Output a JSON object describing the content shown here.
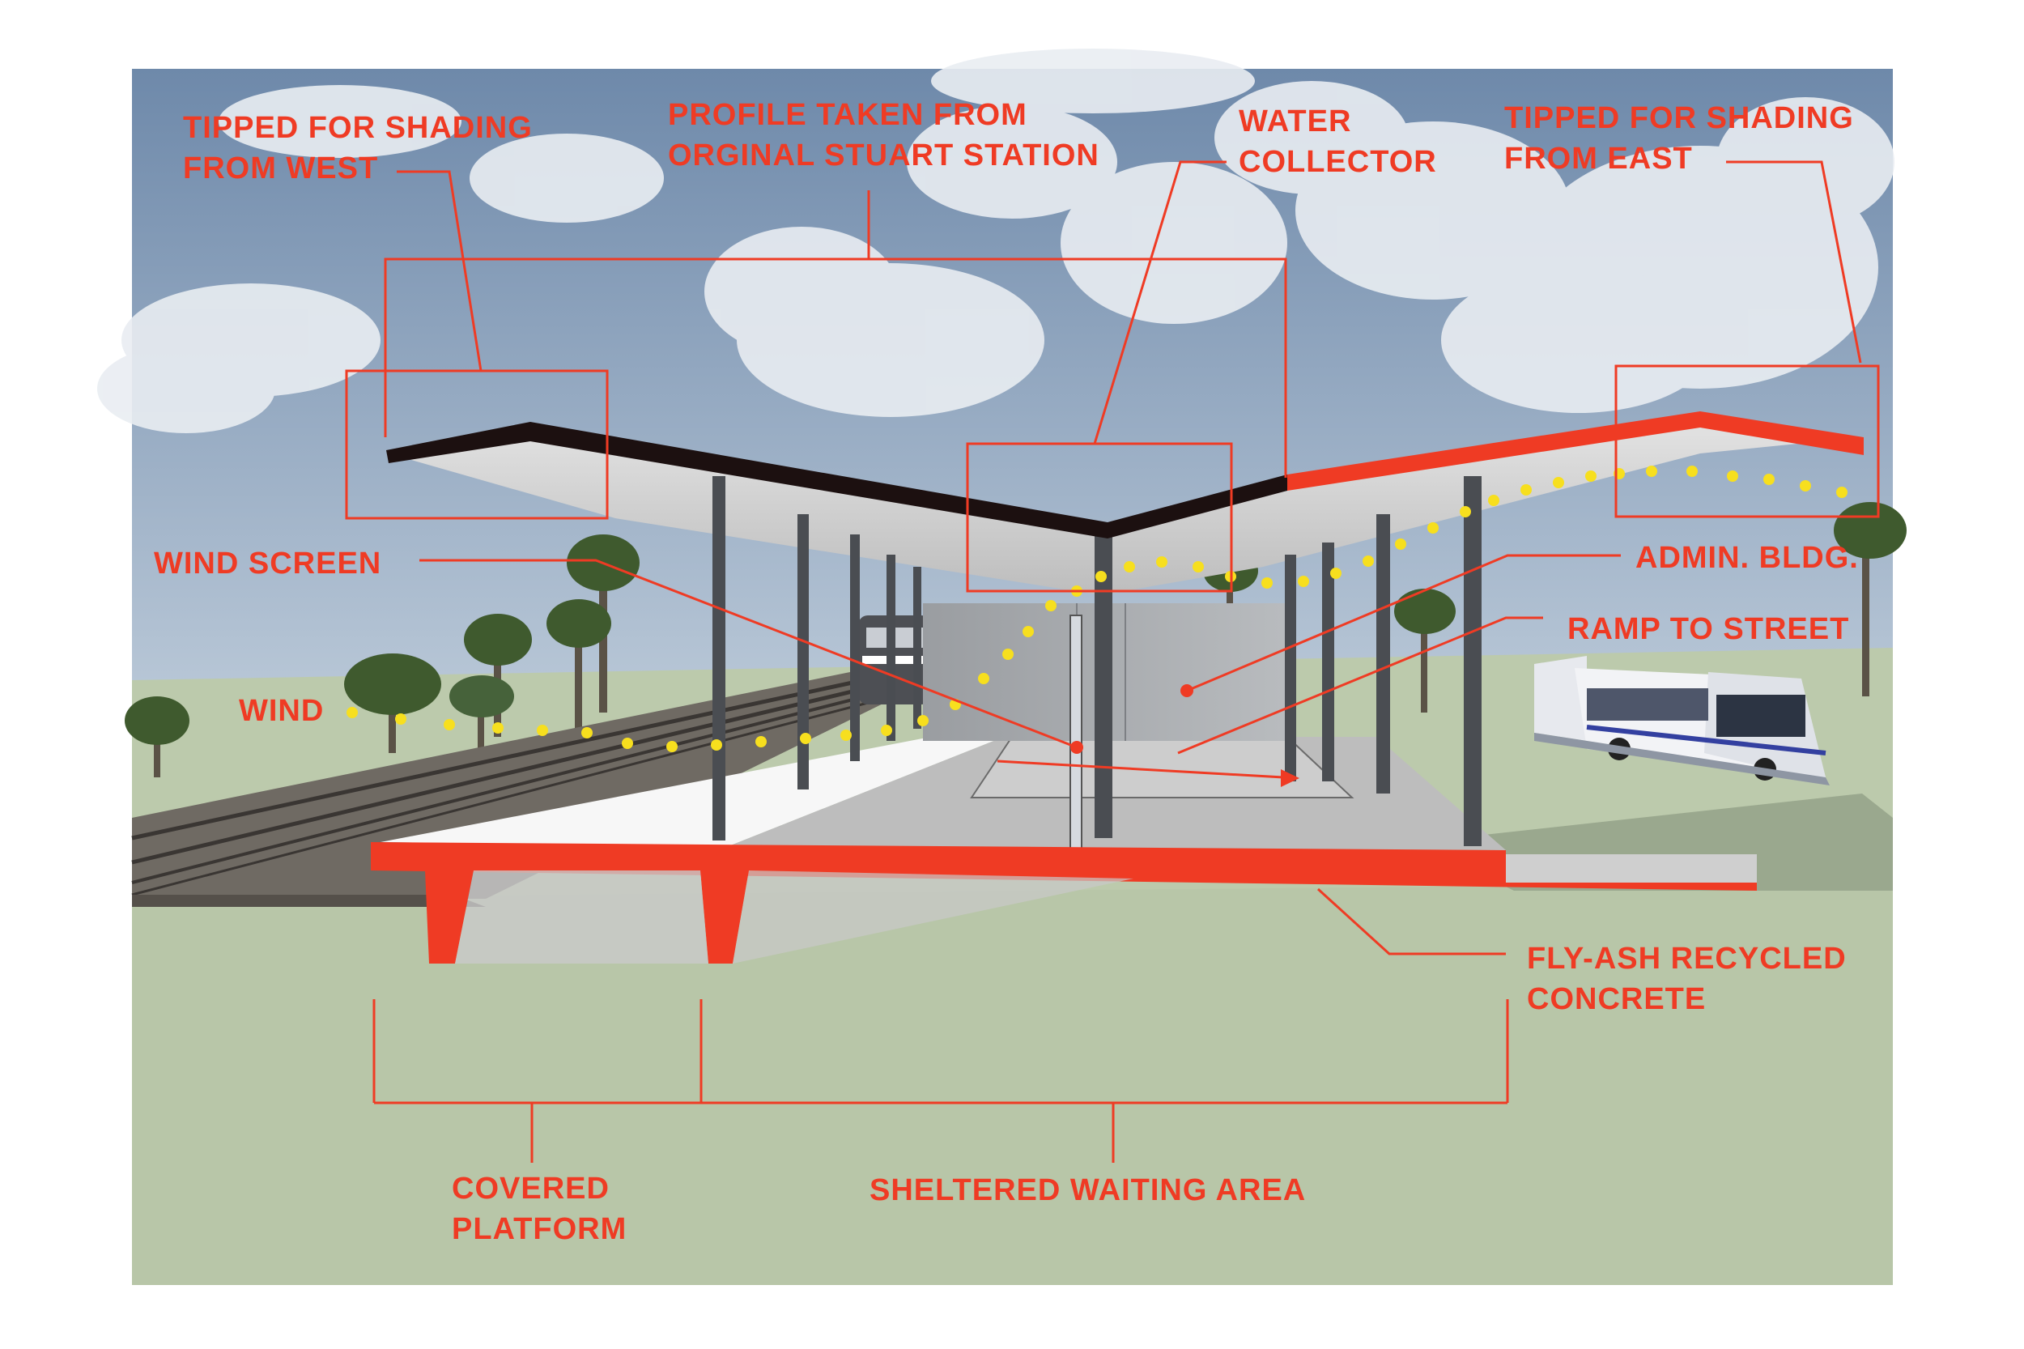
{
  "colors": {
    "annotation": "#ef3b24",
    "wind_dots": "#f7df1e",
    "sky_top": "#6e89aa",
    "sky_bottom": "#b7c6d6",
    "ground": "#b8c6a8",
    "concrete": "#c9c9c9",
    "roof_west": "#1c1010",
    "roof_east": "#ef3b24",
    "column": "#4a4d52"
  },
  "labels": {
    "tipped_west": [
      "TIPPED FOR SHADING",
      "FROM WEST"
    ],
    "profile": [
      "PROFILE TAKEN FROM",
      "ORGINAL STUART STATION"
    ],
    "water": [
      "WATER",
      "COLLECTOR"
    ],
    "tipped_east": [
      "TIPPED FOR SHADING",
      "FROM EAST"
    ],
    "wind_screen": "WIND SCREEN",
    "admin": "ADMIN. BLDG.",
    "ramp": "RAMP TO STREET",
    "wind": "WIND",
    "flyash": [
      "FLY-ASH RECYCLED",
      "CONCRETE"
    ],
    "covered": [
      "COVERED",
      "PLATFORM"
    ],
    "sheltered": "SHELTERED WAITING AREA"
  },
  "icons": [
    "palm-tree-icon",
    "train-icon",
    "bus-icon",
    "rail-track-icon"
  ]
}
